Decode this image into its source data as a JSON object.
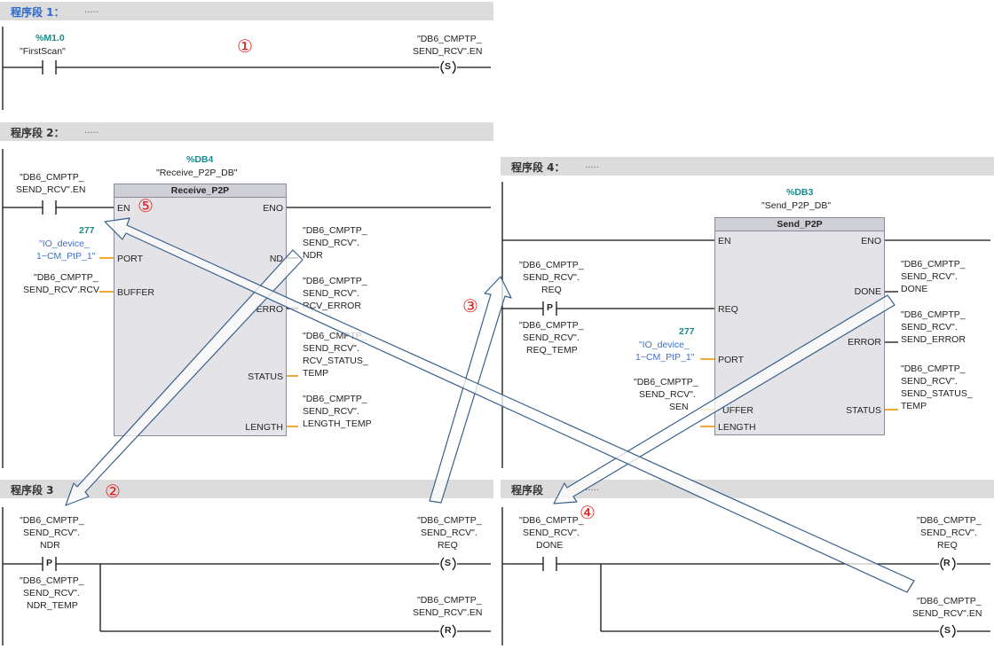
{
  "segments": [
    {
      "title": "程序段 1：",
      "desc": "....."
    },
    {
      "title": "程序段 2：",
      "desc": "....."
    },
    {
      "title": "程序段 3",
      "desc": ""
    },
    {
      "title": "程序段 4：",
      "desc": "....."
    },
    {
      "title": "程序段",
      "desc": "....."
    }
  ],
  "annotations": [
    "①",
    "②",
    "③",
    "④",
    "⑤"
  ],
  "seg1": {
    "contact_addr": "%M1.0",
    "contact_name": "\"FirstScan\"",
    "coil_name_line1": "\"DB6_CMPTP_",
    "coil_name_line2": "SEND_RCV\".EN",
    "coil_type": "S"
  },
  "seg2": {
    "contact_line1": "\"DB6_CMPTP_",
    "contact_line2": "SEND_RCV\".EN",
    "db_addr": "%DB4",
    "db_name": "\"Receive_P2P_DB\"",
    "block_name": "Receive_P2P",
    "pin_en": "EN",
    "pin_eno": "ENO",
    "pin_port": "PORT",
    "pin_buffer": "BUFFER",
    "pin_ndr": "ND",
    "pin_error": "ERRO",
    "pin_status": "STATUS",
    "pin_length": "LENGTH",
    "port_const": "277",
    "port_line1": "\"IO_device_",
    "port_line2": "1~CM_PtP_1\"",
    "buffer_line1": "\"DB6_CMPTP_",
    "buffer_line2": "SEND_RCV\".RCV",
    "ndr_out": [
      "\"DB6_CMPTP_",
      "SEND_RCV\".",
      "NDR"
    ],
    "error_out": [
      "\"DB6_CMPTP_",
      "SEND_RCV\".",
      "RCV_ERROR"
    ],
    "status_out": [
      "\"DB6_CMPTP_",
      "SEND_RCV\".",
      "RCV_STATUS_",
      "TEMP"
    ],
    "length_out": [
      "\"DB6_CMPTP_",
      "SEND_RCV\".",
      "LENGTH_TEMP"
    ]
  },
  "seg3": {
    "contact": [
      "\"DB6_CMPTP_",
      "SEND_RCV\".",
      "NDR"
    ],
    "edge": "P",
    "edge_mem": [
      "\"DB6_CMPTP_",
      "SEND_RCV\".",
      "NDR_TEMP"
    ],
    "coil1": [
      "\"DB6_CMPTP_",
      "SEND_RCV\".",
      "REQ"
    ],
    "coil1_type": "S",
    "coil2": [
      "\"DB6_CMPTP_",
      "SEND_RCV\".EN"
    ],
    "coil2_type": "R"
  },
  "seg4": {
    "db_addr": "%DB3",
    "db_name": "\"Send_P2P_DB\"",
    "block_name": "Send_P2P",
    "pin_en": "EN",
    "pin_eno": "ENO",
    "pin_req": "REQ",
    "pin_port": "PORT",
    "pin_buffer": "UFFER",
    "pin_length": "LENGTH",
    "pin_done": "DONE",
    "pin_error": "ERROR",
    "pin_status": "STATUS",
    "req_contact": [
      "\"DB6_CMPTP_",
      "SEND_RCV\".",
      "REQ"
    ],
    "edge": "P",
    "req_mem": [
      "\"DB6_CMPTP_",
      "SEND_RCV\".",
      "REQ_TEMP"
    ],
    "port_const": "277",
    "port_line1": "\"IO_device_",
    "port_line2": "1~CM_PtP_1\"",
    "buffer_in": [
      "\"DB6_CMPTP_",
      "SEND_RCV\".",
      "SEN"
    ],
    "done_out": [
      "\"DB6_CMPTP_",
      "SEND_RCV\".",
      "DONE"
    ],
    "error_out": [
      "\"DB6_CMPTP_",
      "SEND_RCV\".",
      "SEND_ERROR"
    ],
    "status_out": [
      "\"DB6_CMPTP_",
      "SEND_RCV\".",
      "SEND_STATUS_",
      "TEMP"
    ]
  },
  "seg5": {
    "contact": [
      "\"DB6_CMPTP_",
      "SEND_RCV\".",
      "DONE"
    ],
    "coil1": [
      "\"DB6_CMPTP_",
      "SEND_RCV\".",
      "REQ"
    ],
    "coil1_type": "R",
    "coil2": [
      "\"DB6_CMPTP_",
      "SEND_RCV\".EN"
    ],
    "coil2_type": "S"
  },
  "colors": {
    "header": "#dcdcdc",
    "address": "#1a8a8a",
    "constant_blue": "#3d6fd0",
    "annotation": "#e02020",
    "arrow": "#3a5f8a",
    "pin_stub": "#f0a020"
  }
}
